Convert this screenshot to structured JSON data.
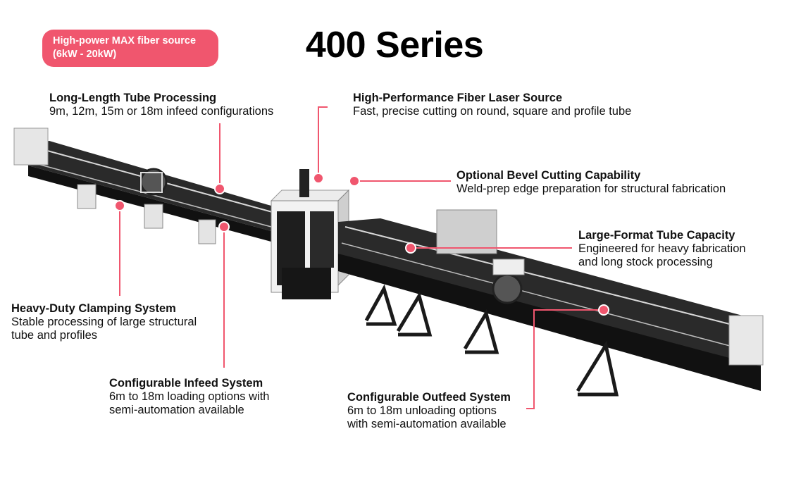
{
  "badge": {
    "line1": "High-power MAX fiber source",
    "line2": "(6kW - 20kW)"
  },
  "title": "400 Series",
  "accent_color": "#f0566e",
  "callouts": {
    "long_length": {
      "heading": "Long-Length Tube Processing",
      "lines": [
        "9m, 12m, 15m or 18m infeed configurations"
      ]
    },
    "laser_source": {
      "heading": "High-Performance Fiber Laser Source",
      "lines": [
        "Fast, precise cutting on round, square and profile tube"
      ]
    },
    "bevel": {
      "heading": "Optional Bevel Cutting Capability",
      "lines": [
        "Weld-prep edge preparation for structural fabrication"
      ]
    },
    "large_format": {
      "heading": "Large-Format Tube Capacity",
      "lines": [
        "Engineered for heavy fabrication",
        "and long stock processing"
      ]
    },
    "clamping": {
      "heading": "Heavy-Duty Clamping System",
      "lines": [
        "Stable processing of large structural",
        "tube and profiles"
      ]
    },
    "infeed": {
      "heading": "Configurable Infeed System",
      "lines": [
        "6m to 18m loading options with",
        "semi-automation available"
      ]
    },
    "outfeed": {
      "heading": "Configurable Outfeed System",
      "lines": [
        "6m to 18m unloading options",
        "with semi-automation available"
      ]
    }
  }
}
